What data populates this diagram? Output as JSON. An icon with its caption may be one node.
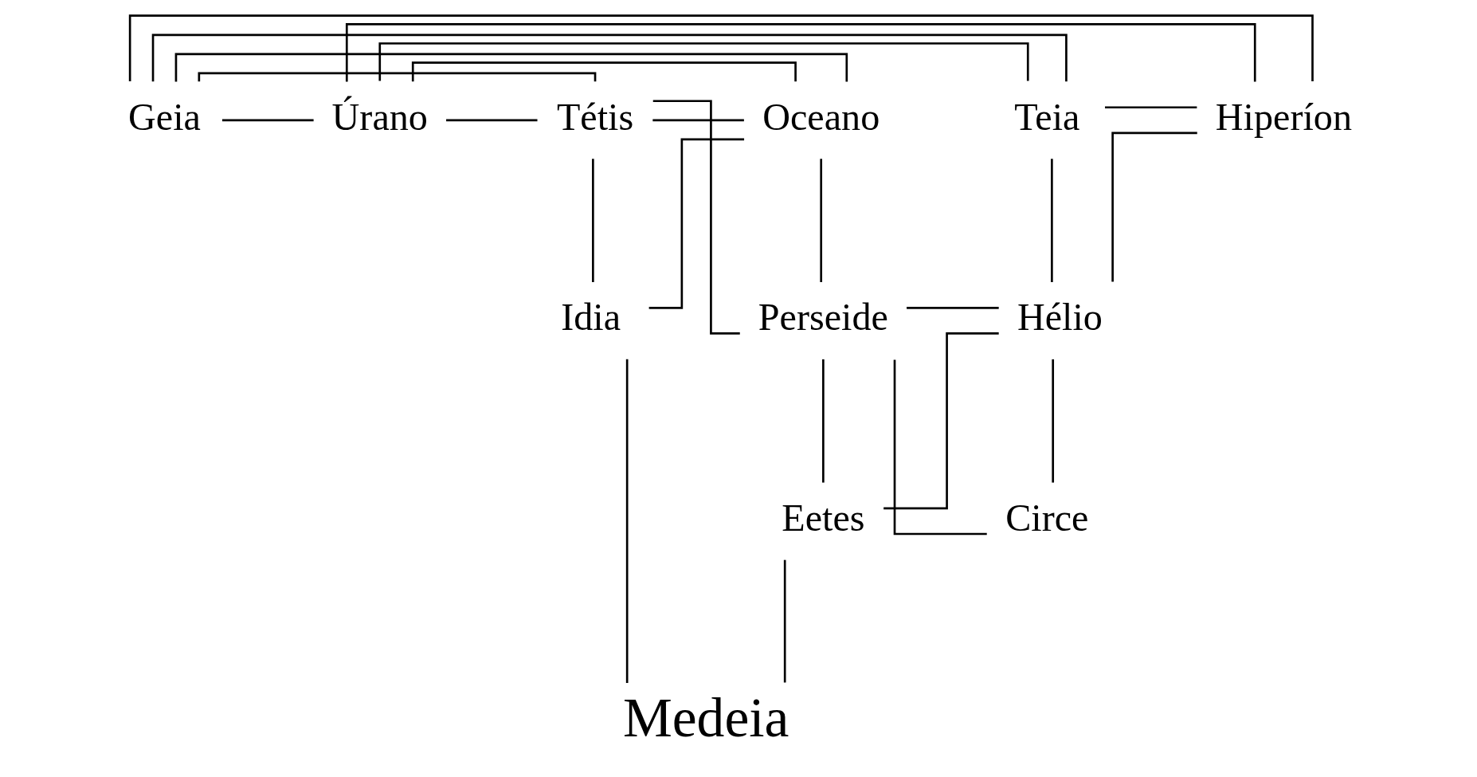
{
  "diagram": {
    "nodes": [
      {
        "text": [
          "Geia"
        ]
      },
      {
        "text": [
          "Úrano"
        ]
      },
      {
        "text": [
          "Tétis"
        ]
      },
      {
        "text": [
          "Oceano"
        ]
      },
      {
        "text": [
          "Teia"
        ]
      },
      {
        "text": [
          "Hiperíon"
        ]
      },
      {
        "text": [
          "Idia"
        ]
      },
      {
        "text": [
          "Perseide"
        ]
      },
      {
        "text": [
          "Hélio"
        ]
      },
      {
        "text": [
          "Eetes"
        ]
      },
      {
        "text": [
          "Circe"
        ]
      },
      {
        "text": [
          "Medeia"
        ]
      }
    ],
    "edges": [
      {
        "from": 0,
        "to": 1,
        "arrow": "none"
      },
      {
        "from": 0,
        "to": 2,
        "arrow": "none"
      },
      {
        "from": 1,
        "to": 2,
        "arrow": "none"
      },
      {
        "from": 0,
        "to": 3,
        "arrow": "none"
      },
      {
        "from": 1,
        "to": 3,
        "arrow": "none"
      },
      {
        "from": 0,
        "to": 4,
        "arrow": "none"
      },
      {
        "from": 1,
        "to": 4,
        "arrow": "none"
      },
      {
        "from": 0,
        "to": 5,
        "arrow": "none"
      },
      {
        "from": 1,
        "to": 5,
        "arrow": "none"
      },
      {
        "from": 2,
        "to": 3,
        "arrow": "none"
      },
      {
        "from": 2,
        "to": 6,
        "arrow": "none"
      },
      {
        "from": 3,
        "to": 6,
        "arrow": "none"
      },
      {
        "from": 2,
        "to": 7,
        "arrow": "none"
      },
      {
        "from": 3,
        "to": 7,
        "arrow": "none"
      },
      {
        "from": 4,
        "to": 5,
        "arrow": "none"
      },
      {
        "from": 4,
        "to": 8,
        "arrow": "none"
      },
      {
        "from": 5,
        "to": 8,
        "arrow": "none"
      },
      {
        "from": 7,
        "to": 8,
        "arrow": "none"
      },
      {
        "from": 7,
        "to": 9,
        "arrow": "none"
      },
      {
        "from": 8,
        "to": 9,
        "arrow": "none"
      },
      {
        "from": 7,
        "to": 10,
        "arrow": "none"
      },
      {
        "from": 8,
        "to": 10,
        "arrow": "none"
      },
      {
        "from": 6,
        "to": 11,
        "arrow": "none"
      },
      {
        "from": 9,
        "to": 11,
        "arrow": "none"
      }
    ]
  }
}
